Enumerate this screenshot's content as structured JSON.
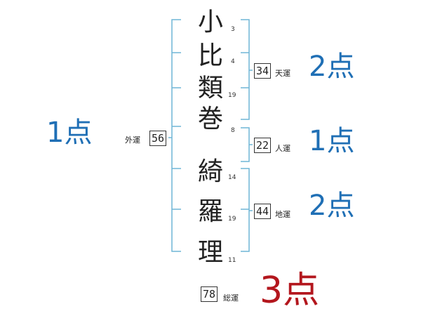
{
  "colors": {
    "bracket": "#6fb5d6",
    "score_blue": "#1f6fb5",
    "score_red": "#b3161d",
    "text": "#222222"
  },
  "surname": [
    {
      "char": "小",
      "strokes": "3"
    },
    {
      "char": "比",
      "strokes": "4"
    },
    {
      "char": "類",
      "strokes": "19"
    },
    {
      "char": "巻",
      "strokes": "8"
    }
  ],
  "given_name": [
    {
      "char": "綺",
      "strokes": "14"
    },
    {
      "char": "羅",
      "strokes": "19"
    },
    {
      "char": "理",
      "strokes": "11"
    }
  ],
  "fortunes": {
    "tenkaku": {
      "value": "34",
      "label": "天運",
      "score": "2点"
    },
    "jinkaku": {
      "value": "22",
      "label": "人運",
      "score": "1点"
    },
    "chikaku": {
      "value": "44",
      "label": "地運",
      "score": "2点"
    },
    "gaikaku": {
      "value": "56",
      "label": "外運",
      "score": "1点"
    },
    "soukaku": {
      "value": "78",
      "label": "総運",
      "score": "3点"
    }
  }
}
